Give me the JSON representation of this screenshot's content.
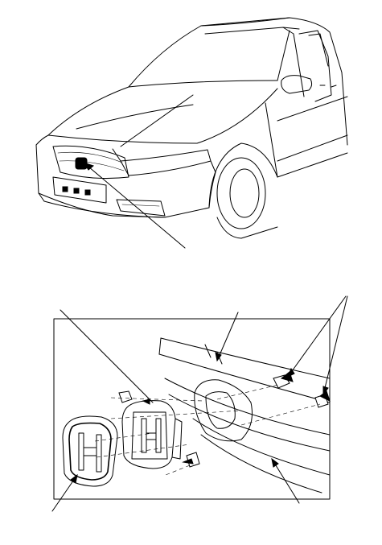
{
  "diagram": {
    "colors": {
      "ink": "#000000",
      "paper": "#ffffff"
    },
    "views": [
      {
        "id": "vehicle-front-view",
        "icon": "car-front-three-quarter-icon"
      },
      {
        "id": "emblem-detail-view",
        "icon": "emblem-exploded-view-icon"
      }
    ],
    "detail_parts": [
      "front-emblem",
      "emblem-base",
      "grille-panel",
      "mounting-clip",
      "screw-upper",
      "screw-lower"
    ]
  }
}
